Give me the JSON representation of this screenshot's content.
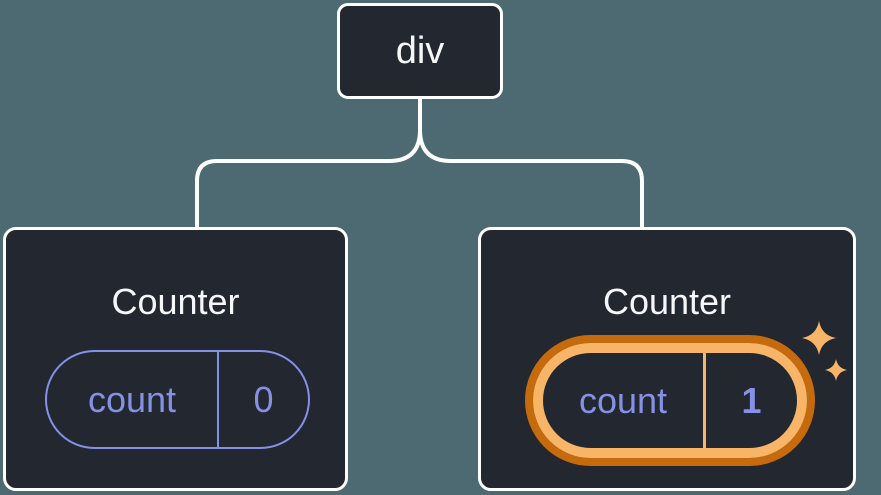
{
  "colors": {
    "background": "#4D6972",
    "card": "#23272F",
    "line": "#FFFFFF",
    "state": "#8690E5",
    "title": "#F6F7F9",
    "highlight_dark": "#C56A0D",
    "highlight_light": "#F8B567"
  },
  "diagram": {
    "root_label": "div",
    "children": [
      {
        "title": "Counter",
        "state_name": "count",
        "state_value": "0",
        "highlighted": false
      },
      {
        "title": "Counter",
        "state_name": "count",
        "state_value": "1",
        "highlighted": true
      }
    ],
    "icons": {
      "highlight": "sparkles-icon"
    }
  }
}
